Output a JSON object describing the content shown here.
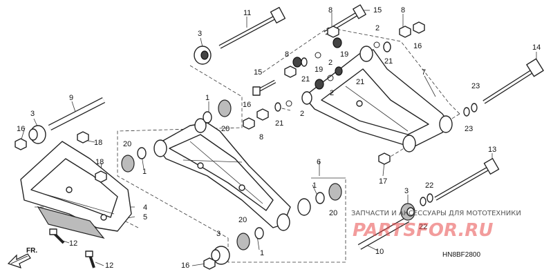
{
  "diagram_code": "HN8BF2800",
  "watermark": {
    "text": "ЗАПЧАСТИ И АКСЕССУАРЫ ДЛЯ МОТОТЕХНИКИ",
    "brand": "PARTSFOR.RU"
  },
  "direction_label": "FR.",
  "callouts": {
    "c1a": "1",
    "c1b": "1",
    "c1c": "1",
    "c1d": "1",
    "c2a": "2",
    "c2b": "2",
    "c2c": "2",
    "c2d": "2",
    "c3a": "3",
    "c3b": "3",
    "c3c": "3",
    "c3d": "3",
    "c4": "4",
    "c5": "5",
    "c6": "6",
    "c7": "7",
    "c8a": "8",
    "c8b": "8",
    "c8c": "8",
    "c8d": "8",
    "c9": "9",
    "c10": "10",
    "c11": "11",
    "c12a": "12",
    "c12b": "12",
    "c13": "13",
    "c14": "14",
    "c15a": "15",
    "c15b": "15",
    "c16a": "16",
    "c16b": "16",
    "c16c": "16",
    "c16d": "16",
    "c17": "17",
    "c18a": "18",
    "c18b": "18",
    "c19a": "19",
    "c19b": "19",
    "c20a": "20",
    "c20b": "20",
    "c20c": "20",
    "c20d": "20",
    "c21a": "21",
    "c21b": "21",
    "c21c": "21",
    "c21d": "21",
    "c22a": "22",
    "c22b": "22",
    "c23a": "23",
    "c23b": "23"
  }
}
